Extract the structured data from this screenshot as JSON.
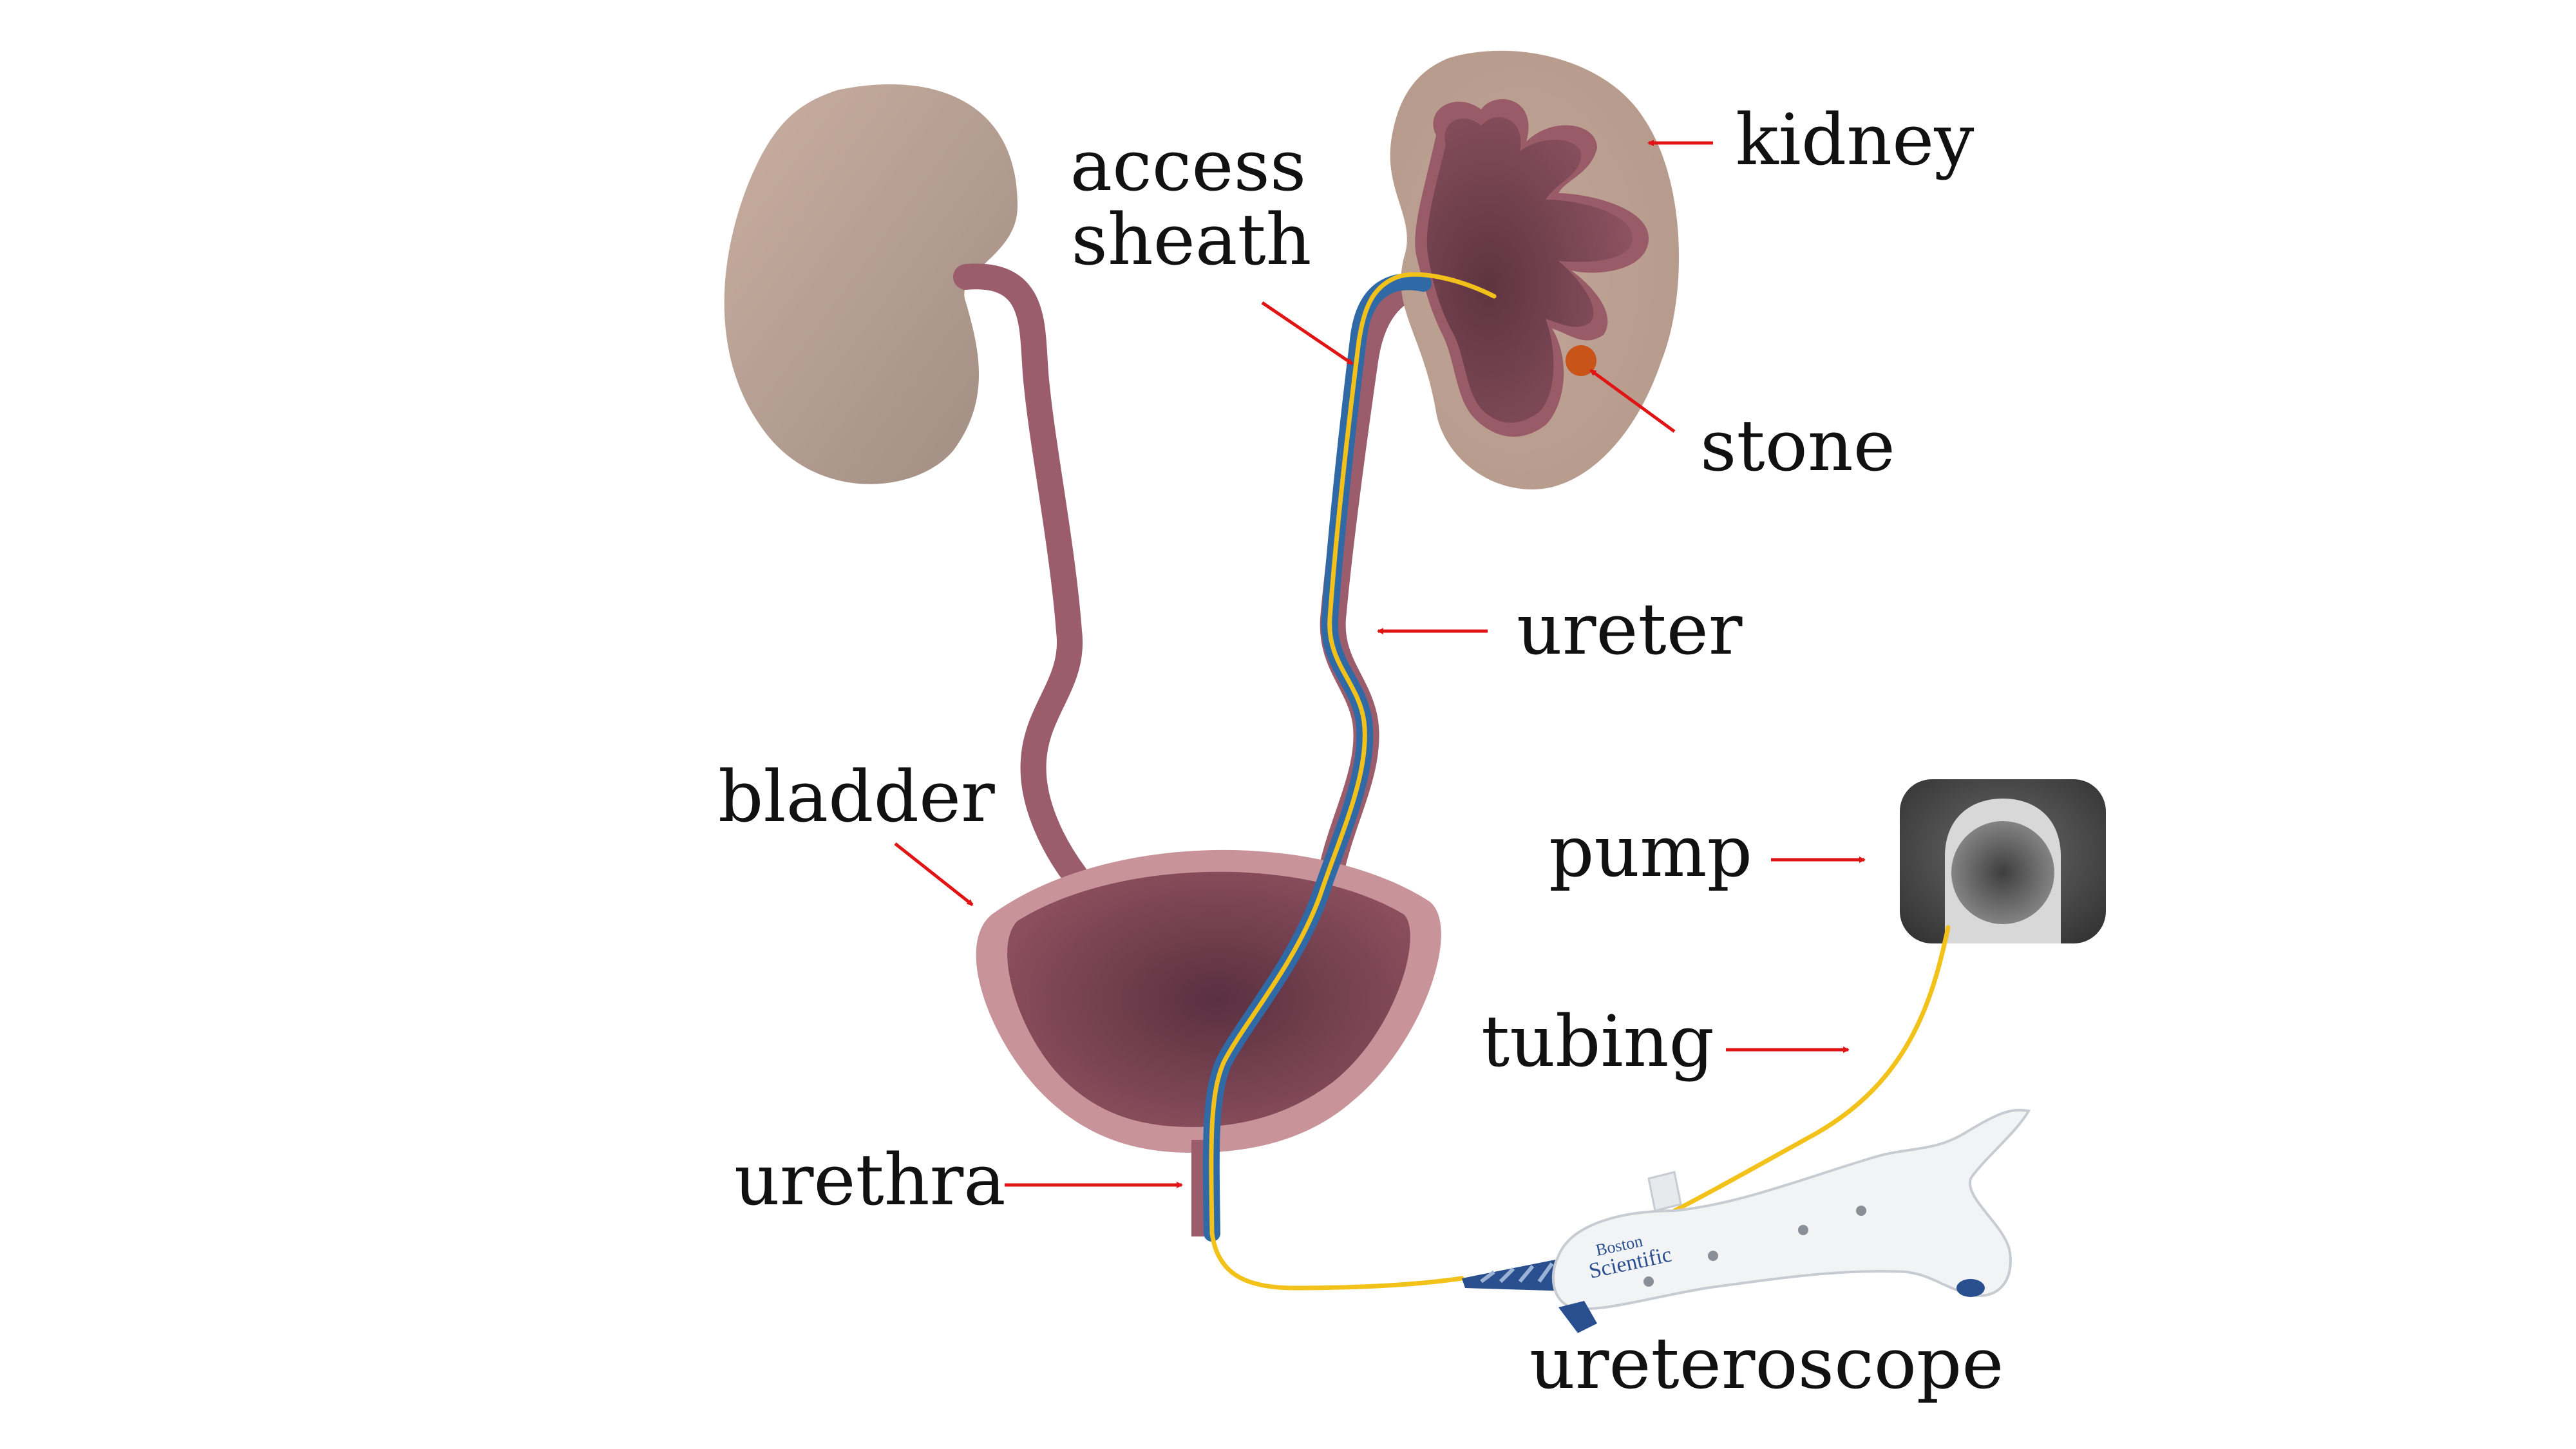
{
  "labels": {
    "access_line1": "access",
    "access_line2": "sheath",
    "kidney": "kidney",
    "stone": "stone",
    "ureter": "ureter",
    "bladder": "bladder",
    "pump": "pump",
    "tubing": "tubing",
    "urethra": "urethra",
    "ureteroscope": "ureteroscope"
  },
  "device_brand": {
    "line1": "Boston",
    "line2": "Scientific"
  },
  "colors": {
    "kidney_outer": "#c4a99b",
    "kidney_outer_dark": "#a39086",
    "renal_pelvis": "#8c5260",
    "renal_pelvis_dark": "#5e3440",
    "ureter": "#9b5d6b",
    "bladder_wall": "#c9939a",
    "bladder_inner": "#8a4e5c",
    "bladder_inner_dark": "#5a3040",
    "sheath_blue": "#2f6aa6",
    "guidewire_yellow": "#f2c21b",
    "stone": "#c8541a",
    "arrow_red": "#e01414",
    "pump_dark": "#4a4a4a",
    "pump_light": "#d8d8d8",
    "scope_white": "#f2f3f5",
    "scope_blue": "#2a4f8f"
  }
}
